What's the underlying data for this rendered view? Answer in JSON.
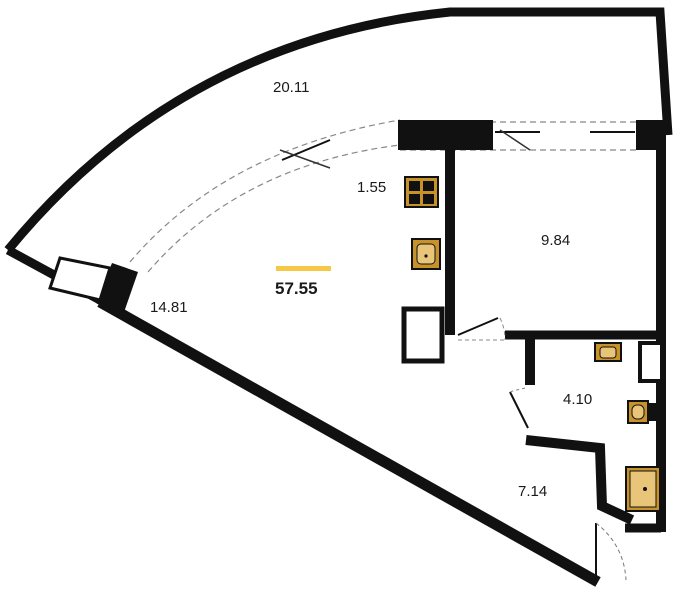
{
  "plan": {
    "total_area": "57.55",
    "accent_color": "#f5c945",
    "fixture_color": "#c8922a",
    "wall_color": "#111111",
    "rooms": [
      {
        "id": "terrace",
        "label": "20.11"
      },
      {
        "id": "kitchen",
        "label": "1.55"
      },
      {
        "id": "living",
        "label": "14.81"
      },
      {
        "id": "bedroom",
        "label": "9.84"
      },
      {
        "id": "bathroom",
        "label": "4.10"
      },
      {
        "id": "hall",
        "label": "7.14"
      }
    ],
    "fixtures": [
      "stove-icon",
      "kitchen-sink-icon",
      "washbasin-icon",
      "toilet-icon",
      "shower-icon"
    ]
  }
}
